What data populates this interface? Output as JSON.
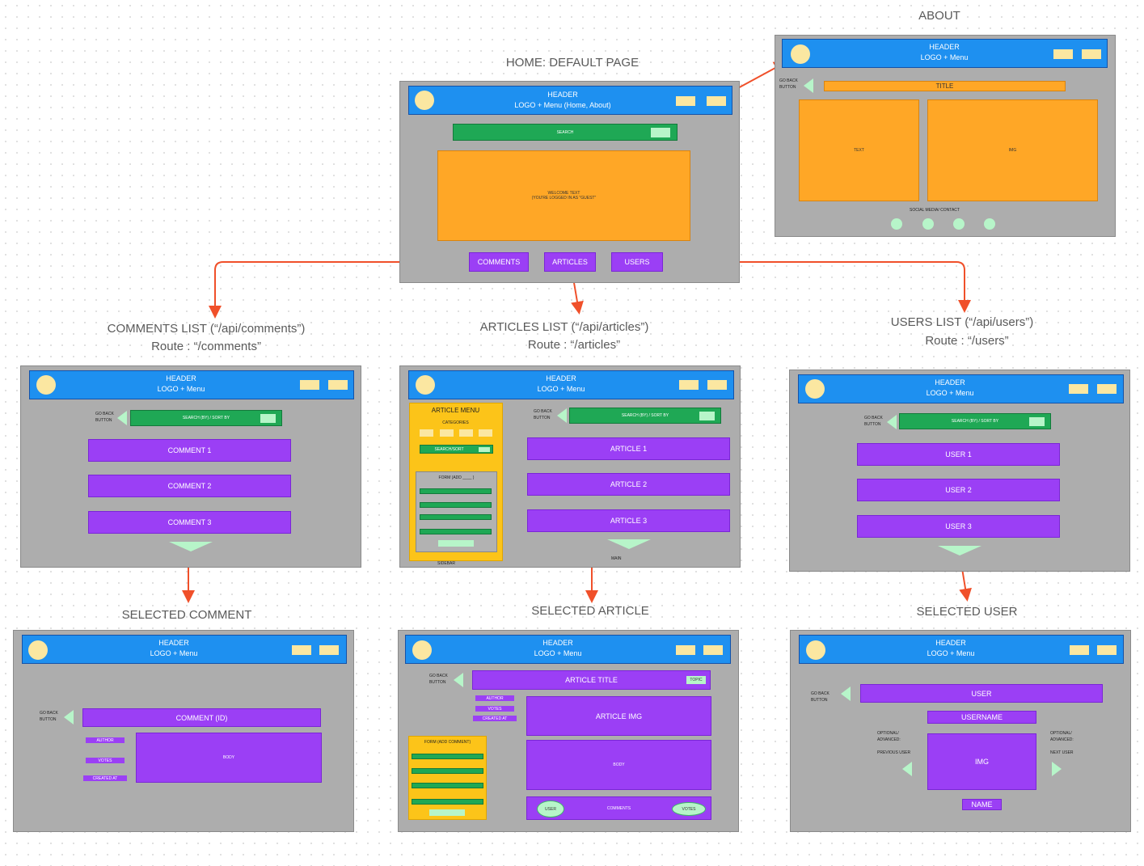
{
  "titles": {
    "home": "HOME: DEFAULT PAGE",
    "about": "ABOUT",
    "comments_list": "COMMENTS LIST (“/api/comments”)",
    "comments_route": "Route : “/comments”",
    "articles_list": "ARTICLES LIST (“/api/articles”)",
    "articles_route": "Route : “/articles”",
    "users_list": "USERS LIST (“/api/users”)",
    "users_route": "Route : “/users”",
    "selected_comment": "SELECTED COMMENT",
    "selected_article": "SELECTED ARTICLE",
    "selected_user": "SELECTED USER"
  },
  "header": {
    "label": "HEADER",
    "menu": "LOGO + Menu",
    "home_menu": "LOGO + Menu (Home, About)"
  },
  "home": {
    "search": "SEARCH",
    "welcome": "WELCOME TEXT",
    "guest": "(YOU'RE LOGGED IN AS \"GUEST\"",
    "nav": [
      "COMMENTS",
      "ARTICLES",
      "USERS"
    ]
  },
  "about": {
    "go_back": "GO BACK",
    "button": "BUTTON",
    "title": "TITLE",
    "text": "TEXT",
    "img": "IMG",
    "social": "SOCIAL MEDIA/ CONTACT"
  },
  "lists": {
    "go_back": "GO BACK",
    "button": "BUTTON",
    "search_sort": "SEARCH (BY) / SORT BY",
    "comments": [
      "COMMENT 1",
      "COMMENT 2",
      "COMMENT 3"
    ],
    "articles": [
      "ARTICLE 1",
      "ARTICLE 2",
      "ARTICLE 3"
    ],
    "users": [
      "USER 1",
      "USER 2",
      "USER 3"
    ],
    "article_menu": "ARTICLE MENU",
    "categories": "CATEGORIES",
    "sidebar_search": "SEARCH/SORT",
    "form_add": "FORM (ADD ____ )",
    "sidebar": "SIDEBAR",
    "main": "MAIN"
  },
  "selected_comment": {
    "title": "COMMENT (ID)",
    "author": "AUTHOR",
    "votes": "VOTES",
    "created_at": "CREATED AT",
    "body": "BODY"
  },
  "selected_article": {
    "title": "ARTICLE TITLE",
    "topic": "TOPIC",
    "author": "AUTHOR",
    "votes": "VOTES",
    "created_at": "CREATED AT",
    "img": "ARTICLE IMG",
    "body": "BODY",
    "form": "FORM (ADD COMMENT)",
    "user": "USER",
    "comments": "COMMENTS",
    "votes_pill": "VOTES"
  },
  "selected_user": {
    "user": "USER",
    "username": "USERNAME",
    "img": "IMG",
    "name": "NAME",
    "optional": "OPTIONAL/",
    "advanced": "ADVANCED:",
    "previous": "PREVIOUS USER",
    "next": "NEXT USER"
  },
  "colors": {
    "frame": "#adadad",
    "header": "#1e90f0",
    "purple": "#9b3ff5",
    "orange": "#ffa726",
    "green": "#1fa855",
    "mint": "#b7f5c9",
    "cream": "#fbe7a1",
    "yellow": "#fcc419",
    "arrow": "#f0502a"
  }
}
